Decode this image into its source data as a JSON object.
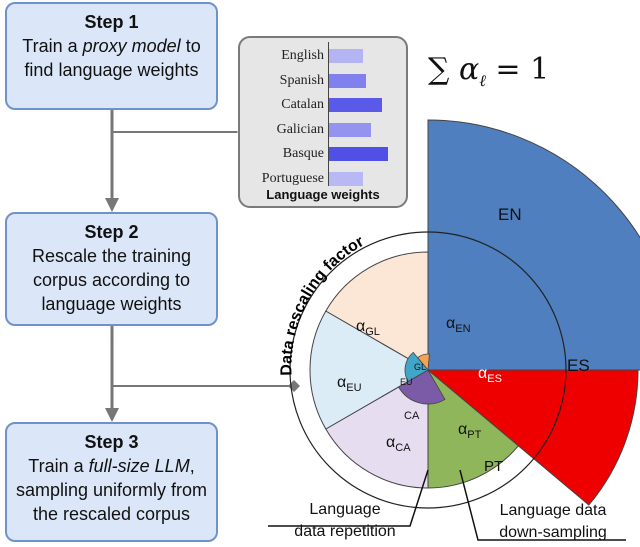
{
  "steps": [
    {
      "title": "Step 1",
      "line1_pre": "Train a ",
      "line1_em": "proxy model",
      "line1_post": " to",
      "line2": "find language weights"
    },
    {
      "title": "Step 2",
      "line1": "Rescale the training",
      "line2": "corpus according to",
      "line3": "language weights"
    },
    {
      "title": "Step 3",
      "line1_pre": "Train a ",
      "line1_em": "full-size LLM",
      "line1_post": ",",
      "line2": "sampling uniformly from",
      "line3": "the rescaled corpus"
    }
  ],
  "weights_panel": {
    "title": "Language weights",
    "items": [
      {
        "label": "English",
        "value": 0.55
      },
      {
        "label": "Spanish",
        "value": 0.6
      },
      {
        "label": "Catalan",
        "value": 0.85
      },
      {
        "label": "Galician",
        "value": 0.68
      },
      {
        "label": "Basque",
        "value": 0.95
      },
      {
        "label": "Portuguese",
        "value": 0.55
      }
    ],
    "bar_colors": {
      "English": "#b4b4f4",
      "Spanish": "#8080ee",
      "Catalan": "#5a5ae8",
      "Galician": "#9494f0",
      "Basque": "#5050e6",
      "Portuguese": "#b8b8f4"
    }
  },
  "sum_equation": "∑ α_ℓ = 1",
  "rescale_label": "Data rescaling factor",
  "pie": {
    "outer": [
      {
        "key": "EN",
        "text": "EN",
        "color": "#4f7fbf"
      },
      {
        "key": "ES",
        "text": "ES",
        "color": "#ee0000"
      },
      {
        "key": "PT",
        "text": "PT",
        "color": "#8fb65a"
      },
      {
        "key": "CA",
        "text": "",
        "color": "#e6def0"
      },
      {
        "key": "EU",
        "text": "",
        "color": "#dcecf7"
      },
      {
        "key": "GL",
        "text": "",
        "color": "#fce6d6"
      }
    ],
    "alphas": [
      {
        "key": "EN",
        "sub": "EN"
      },
      {
        "key": "ES",
        "sub": "ES"
      },
      {
        "key": "PT",
        "sub": "PT"
      },
      {
        "key": "CA",
        "sub": "CA"
      },
      {
        "key": "EU",
        "sub": "EU"
      },
      {
        "key": "GL",
        "sub": "GL"
      }
    ],
    "inner": [
      {
        "text": "GL",
        "color": "#f4a256"
      },
      {
        "text": "EU",
        "color": "#41a5c8"
      },
      {
        "text": "CA",
        "color": "#7b5aa8"
      }
    ]
  },
  "annotations": {
    "repetition": [
      "Language",
      "data repetition"
    ],
    "downsampling": [
      "Language data",
      "down-sampling"
    ]
  }
}
